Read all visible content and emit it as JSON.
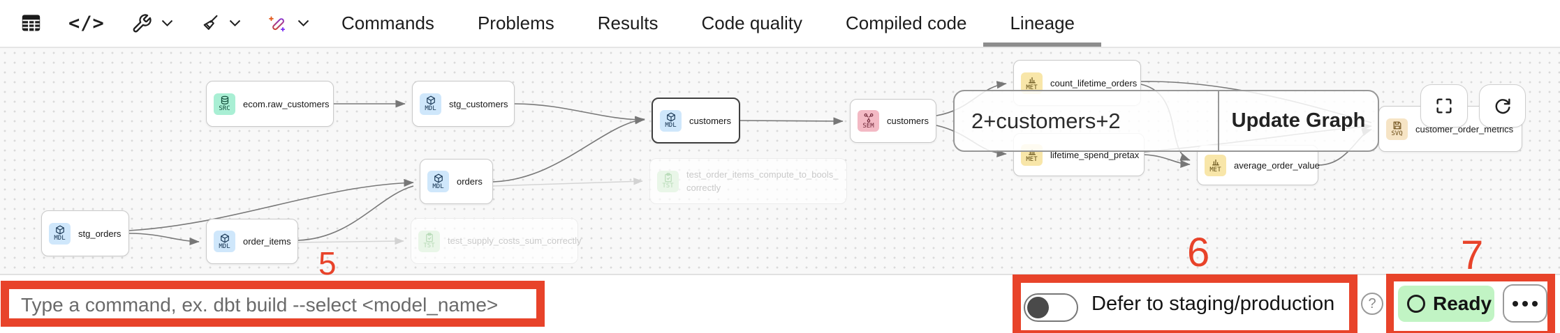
{
  "header": {
    "tabs": [
      "Commands",
      "Problems",
      "Results",
      "Code quality",
      "Compiled code",
      "Lineage"
    ],
    "active_tab": "Lineage",
    "toolbar": {
      "code_glyph": "</>"
    }
  },
  "lineage": {
    "selector_value": "2+customers+2",
    "update_button": "Update Graph",
    "nodes": [
      {
        "badge": "SRC",
        "label": "ecom.raw_customers"
      },
      {
        "badge": "MDL",
        "label": "stg_customers"
      },
      {
        "badge": "MDL",
        "label": "customers"
      },
      {
        "badge": "SEM",
        "label": "customers"
      },
      {
        "badge": "MDL",
        "label": "stg_orders"
      },
      {
        "badge": "MDL",
        "label": "order_items"
      },
      {
        "badge": "MDL",
        "label": "orders"
      },
      {
        "badge": "TST",
        "label": "test_order_items_compute_to_bools_correctly"
      },
      {
        "badge": "TST",
        "label": "test_supply_costs_sum_correctly"
      },
      {
        "badge": "MET",
        "label": "count_lifetime_orders"
      },
      {
        "badge": "MET",
        "label": "lifetime_spend_pretax"
      },
      {
        "badge": "MET",
        "label": "average_order_value"
      },
      {
        "badge": "SVQ",
        "label": "customer_order_metrics"
      }
    ]
  },
  "command_bar": {
    "placeholder": "Type a command, ex. dbt build --select <model_name>"
  },
  "defer_toggle": {
    "label": "Defer to staging/production",
    "state": "off"
  },
  "status": {
    "label": "Ready"
  },
  "help_glyph": "?",
  "annotations": {
    "n5": "5",
    "n6": "6",
    "n7": "7"
  },
  "colors": {
    "annotation_red": "#e8432a",
    "ready_green_bg": "#c1f4c4",
    "badge_src": "#a9efd4",
    "badge_mdl": "#cfe7fb",
    "badge_sem": "#f3b9c4",
    "badge_met": "#f8e6a9",
    "badge_svq": "#f6e4c5",
    "badge_tst": "#e9f6e8"
  }
}
